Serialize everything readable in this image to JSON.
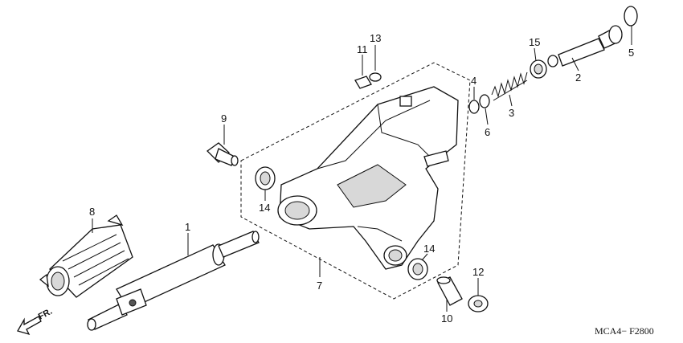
{
  "diagram_code": "MCA4− F2800",
  "direction_label": "FR.",
  "callouts": [
    {
      "id": "c1",
      "text": "1"
    },
    {
      "id": "c2",
      "text": "2"
    },
    {
      "id": "c3",
      "text": "3"
    },
    {
      "id": "c4",
      "text": "4"
    },
    {
      "id": "c5",
      "text": "5"
    },
    {
      "id": "c6",
      "text": "6"
    },
    {
      "id": "c7",
      "text": "7"
    },
    {
      "id": "c8",
      "text": "8"
    },
    {
      "id": "c9",
      "text": "9"
    },
    {
      "id": "c10",
      "text": "10"
    },
    {
      "id": "c11",
      "text": "11"
    },
    {
      "id": "c12",
      "text": "12"
    },
    {
      "id": "c13",
      "text": "13"
    },
    {
      "id": "c14a",
      "text": "14"
    },
    {
      "id": "c14b",
      "text": "14"
    },
    {
      "id": "c15",
      "text": "15"
    }
  ]
}
